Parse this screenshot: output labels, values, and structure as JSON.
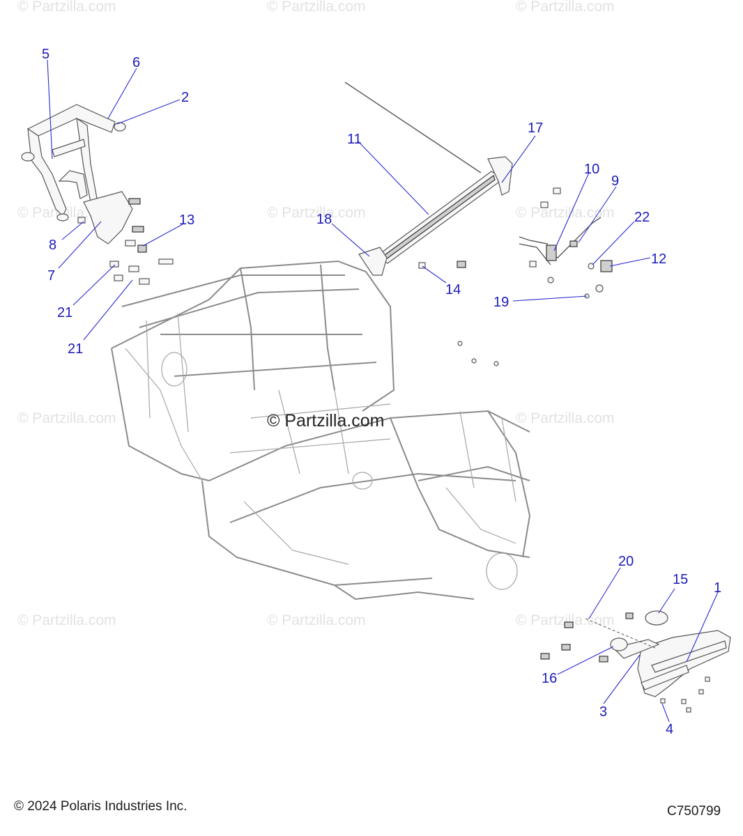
{
  "watermark": {
    "text": "© Partzilla.com",
    "center_text": "© Partzilla.com"
  },
  "footer": {
    "copyright": "© 2024 Polaris Industries Inc.",
    "diagram_code": "C750799"
  },
  "callouts": [
    "1",
    "2",
    "3",
    "4",
    "5",
    "6",
    "7",
    "8",
    "9",
    "10",
    "11",
    "12",
    "13",
    "14",
    "15",
    "16",
    "17",
    "18",
    "19",
    "20",
    "21",
    "22"
  ],
  "colors": {
    "callout": "#1a1ab8",
    "line_art": "#555555",
    "watermark": "#e2e2e2"
  }
}
